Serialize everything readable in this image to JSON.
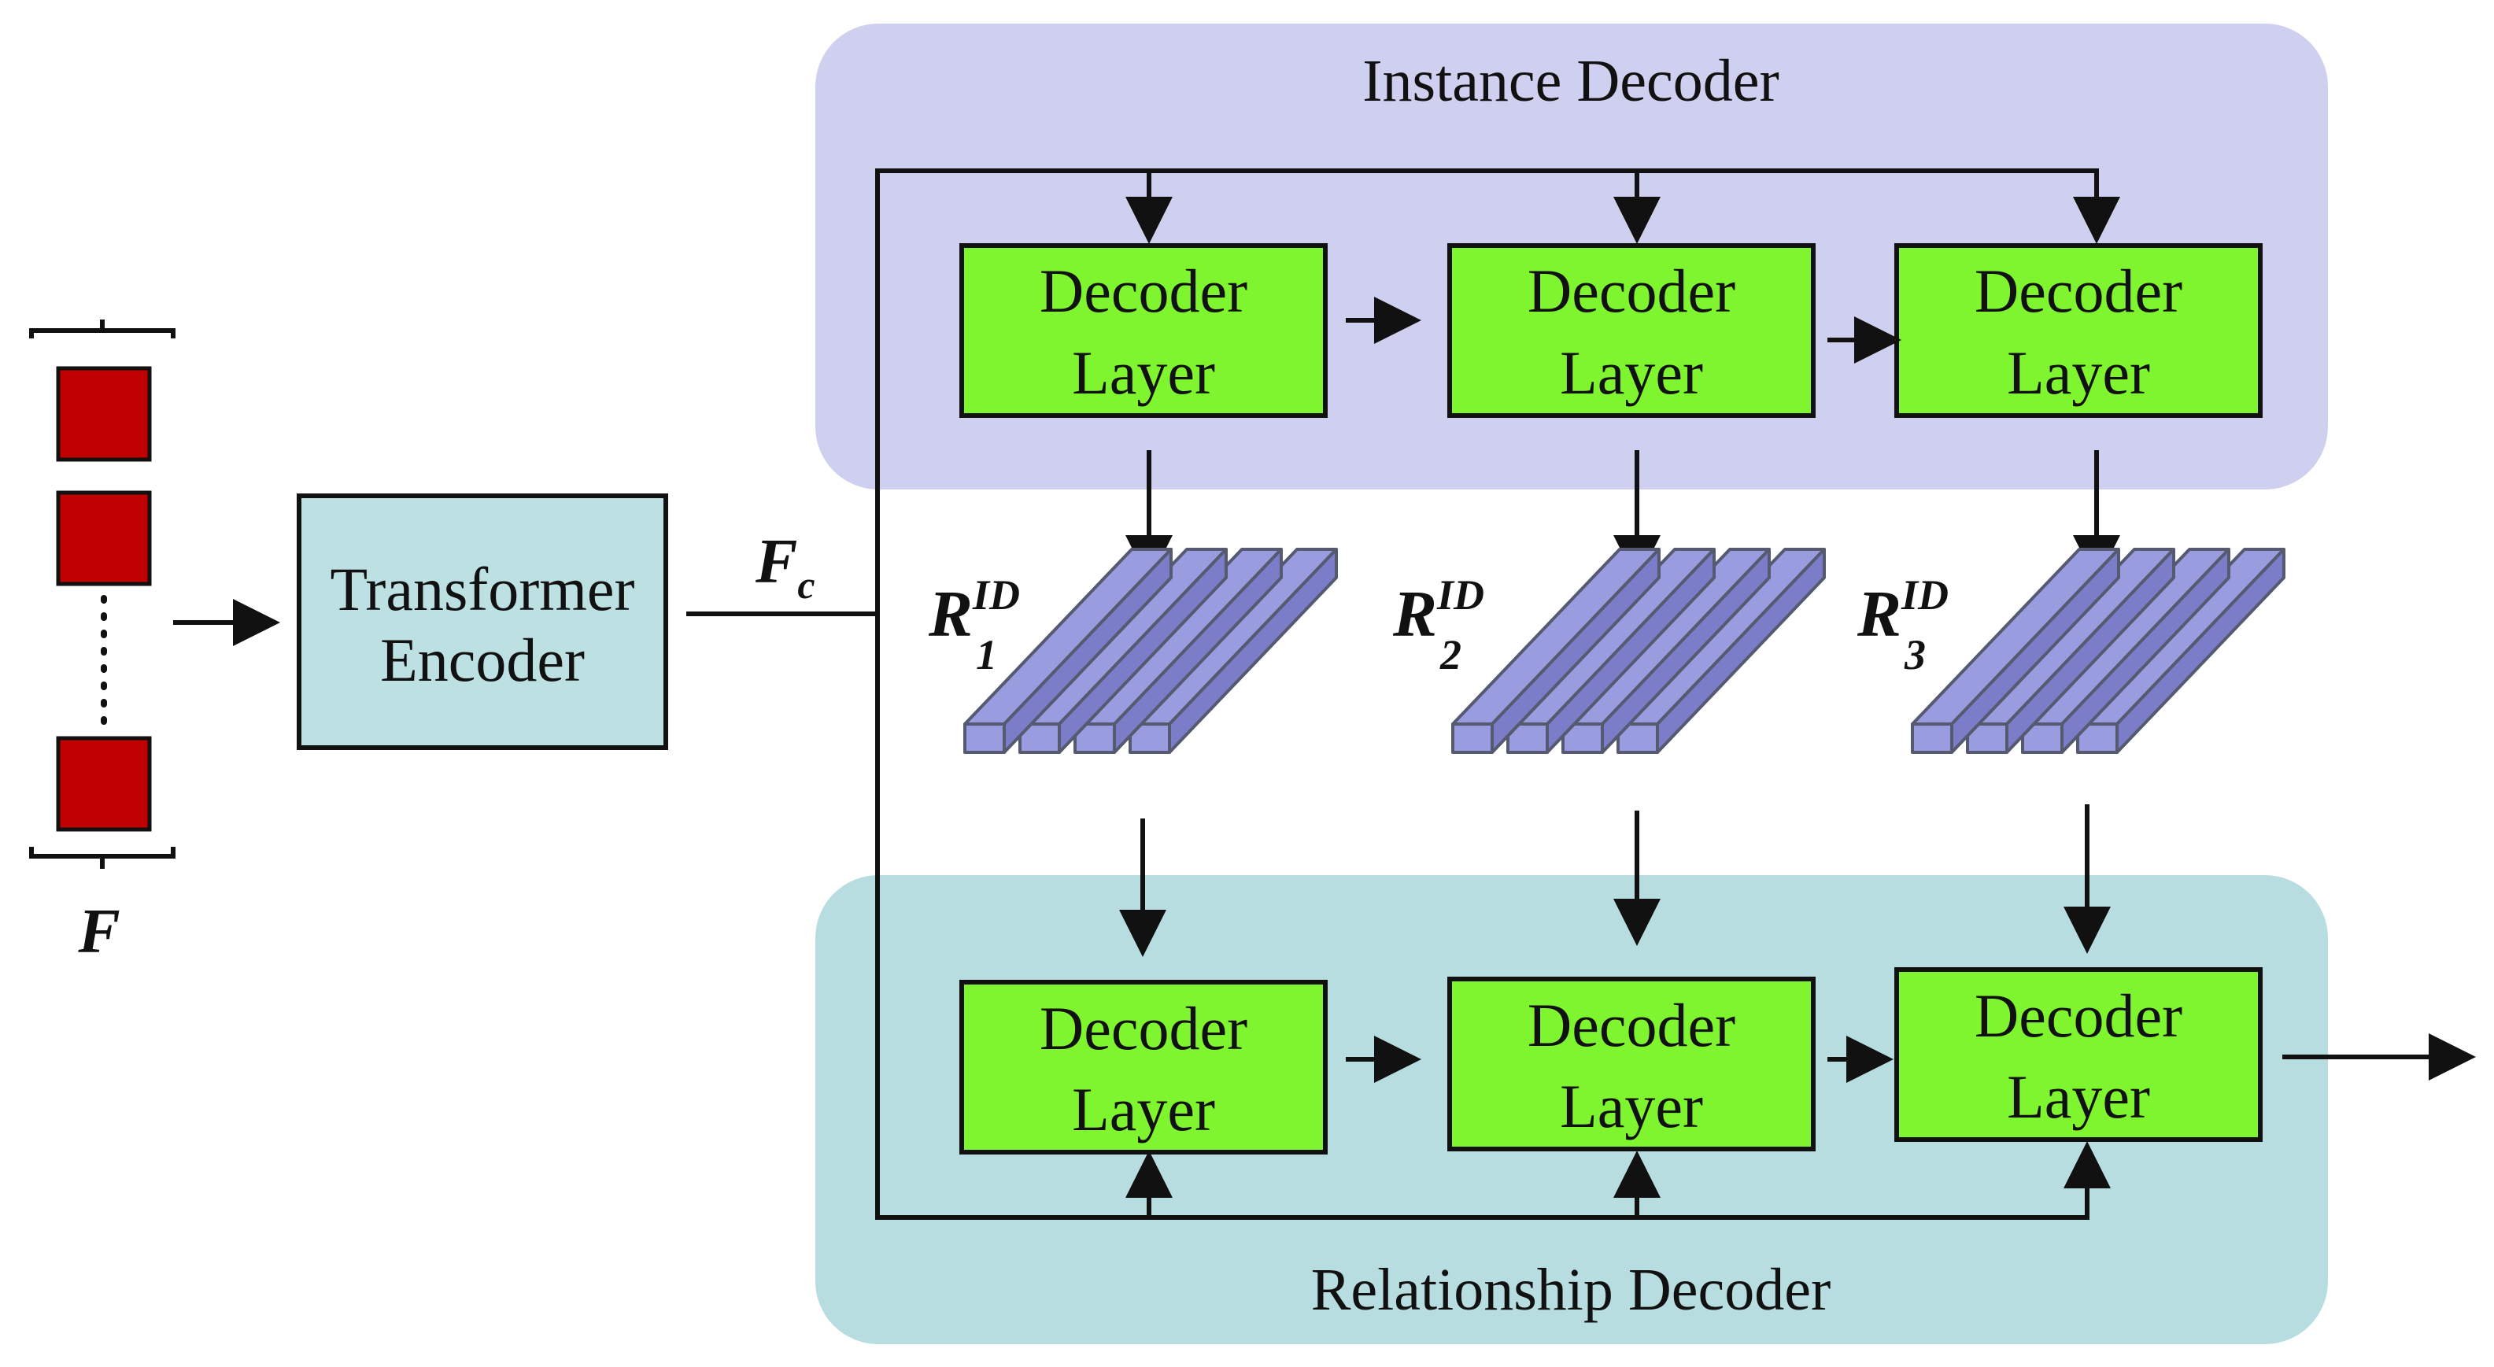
{
  "input": {
    "label": "F",
    "token_color": "#c00000"
  },
  "encoder": {
    "label_line1": "Transformer",
    "label_line2": "Encoder",
    "output_label": "F",
    "output_subscript": "c",
    "fill": "#bde0e3"
  },
  "instance_decoder": {
    "title": "Instance Decoder",
    "fill": "#cfd0ef",
    "layers": [
      {
        "line1": "Decoder",
        "line2": "Layer"
      },
      {
        "line1": "Decoder",
        "line2": "Layer"
      },
      {
        "line1": "Decoder",
        "line2": "Layer"
      }
    ]
  },
  "relationship_decoder": {
    "title": "Relationship Decoder",
    "fill": "#b8dde0",
    "layers": [
      {
        "line1": "Decoder",
        "line2": "Layer"
      },
      {
        "line1": "Decoder",
        "line2": "Layer"
      },
      {
        "line1": "Decoder",
        "line2": "Layer"
      }
    ]
  },
  "representations": [
    {
      "base": "R",
      "sub": "1",
      "sup": "ID"
    },
    {
      "base": "R",
      "sub": "2",
      "sup": "ID"
    },
    {
      "base": "R",
      "sub": "3",
      "sup": "ID"
    }
  ],
  "colors": {
    "decoder_layer": "#7ff530",
    "tensor_face": "#9a9ce0",
    "tensor_side": "#7b7dc8",
    "line": "#111111"
  }
}
